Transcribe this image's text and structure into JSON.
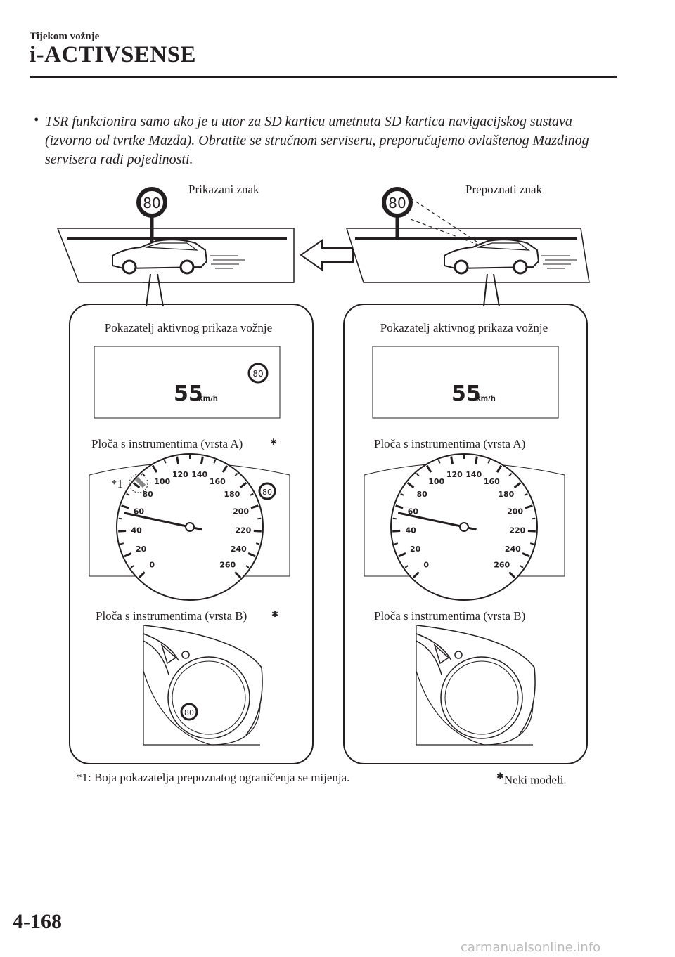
{
  "header": {
    "section": "Tijekom vožnje",
    "title": "i-ACTIVSENSE"
  },
  "bullet": {
    "marker": "•",
    "text": "TSR funkcionira samo ako je u utor za SD karticu umetnuta SD kartica navigacijskog sustava (izvorno od tvrtke Mazda). Obratite se stručnom serviseru, preporučujemo ovlaštenog Mazdinog servisera radi pojedinosti."
  },
  "illustration": {
    "displayed_sign_label": "Prikazani znak",
    "recognized_sign_label": "Prepoznati znak",
    "sign_value": "80",
    "left_panel": {
      "hud_label": "Pokazatelj aktivnog prikaza vožnje",
      "hud_speed": "55",
      "hud_unit": "km/h",
      "hud_sign": "80",
      "cluster_a_label": "Ploča s instrumentima (vrsta A)",
      "cluster_a_marker": "*1",
      "cluster_a_sign": "80",
      "cluster_b_label": "Ploča s instrumentima (vrsta B)",
      "cluster_b_sign": "80"
    },
    "right_panel": {
      "hud_label": "Pokazatelj aktivnog prikaza vožnje",
      "hud_speed": "55",
      "hud_unit": "km/h",
      "cluster_a_label": "Ploča s instrumentima (vrsta A)",
      "cluster_b_label": "Ploča s instrumentima (vrsta B)"
    },
    "speedometer_ticks": [
      "0",
      "20",
      "40",
      "60",
      "80",
      "100",
      "120",
      "140",
      "160",
      "180",
      "200",
      "220",
      "240",
      "260"
    ],
    "needle_value": 55
  },
  "footnotes": {
    "marker_note": "*1: Boja pokazatelja prepoznatog ograničenja se mijenja.",
    "some_models": "Neki modeli.",
    "star_symbol": "✱"
  },
  "page_number": "4-168",
  "watermark": "carmanualsonline.info"
}
